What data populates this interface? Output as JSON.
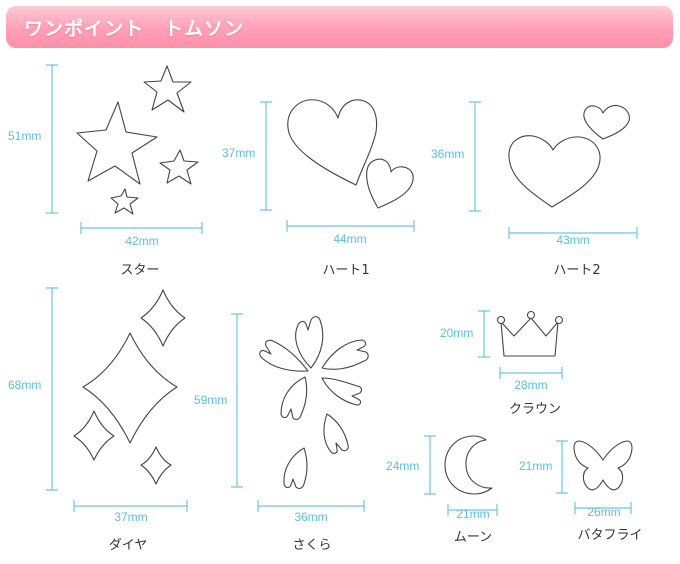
{
  "header": {
    "title": "ワンポイント　トムソン"
  },
  "items": {
    "star": {
      "name": "スター",
      "height": "51mm",
      "width": "42mm"
    },
    "heart1": {
      "name": "ハート1",
      "height": "37mm",
      "width": "44mm"
    },
    "heart2": {
      "name": "ハート2",
      "height": "36mm",
      "width": "43mm"
    },
    "diamond": {
      "name": "ダイヤ",
      "height": "68mm",
      "width": "37mm"
    },
    "sakura": {
      "name": "さくら",
      "height": "59mm",
      "width": "36mm"
    },
    "crown": {
      "name": "クラウン",
      "height": "20mm",
      "width": "28mm"
    },
    "moon": {
      "name": "ムーン",
      "height": "24mm",
      "width": "21mm"
    },
    "butterfly": {
      "name": "バタフライ",
      "height": "21mm",
      "width": "26mm"
    }
  },
  "colors": {
    "header": "#ff9fb8",
    "dimension": "#5bbfdd",
    "outline": "#444444"
  }
}
